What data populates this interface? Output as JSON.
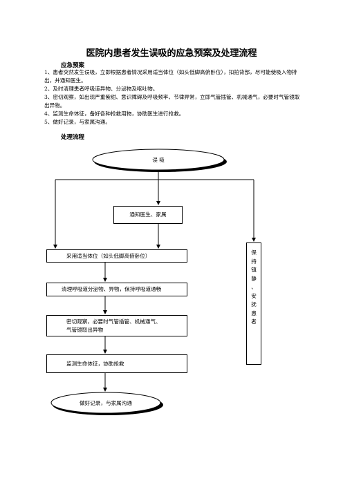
{
  "title": "医院内患者发生误吸的应急预案及处理流程",
  "section_emergency": "应急预案",
  "emergency_items": [
    "1、患者突然发生误吸，立即根据患者情况采用适当体位（如头低脚高俯卧位），扣拍背部，尽可能使吸入物排出，并通知医生。",
    "2、及时清理患者呼吸道异物、分泌物及呕吐物。",
    "3、密切观察，如出现严重紫绀、意识障碍及呼吸频率、节律异常，立即气管插管、机械通气，必要时气管镜取出异物。",
    "4、监测生命体征，备好各种抢救用物，协助医生进行抢救。",
    "5、做好记录，与家属沟通。"
  ],
  "section_flow": "处理流程",
  "flow": {
    "start": "误        吸",
    "notify": "通知医生、家属",
    "position": "采用适当体位（如头低脚高俯卧位）",
    "clear": "清理呼吸道分泌物、异物，保持呼吸道通畅",
    "observe_line1": "密切观察，必要时气管插管、机械通气、",
    "observe_line2": "气管镜取出异物",
    "monitor": "监测生命体征，协助抢救",
    "record": "做好记录，与家属沟通",
    "calm": "保持镇静、安抚患者"
  }
}
